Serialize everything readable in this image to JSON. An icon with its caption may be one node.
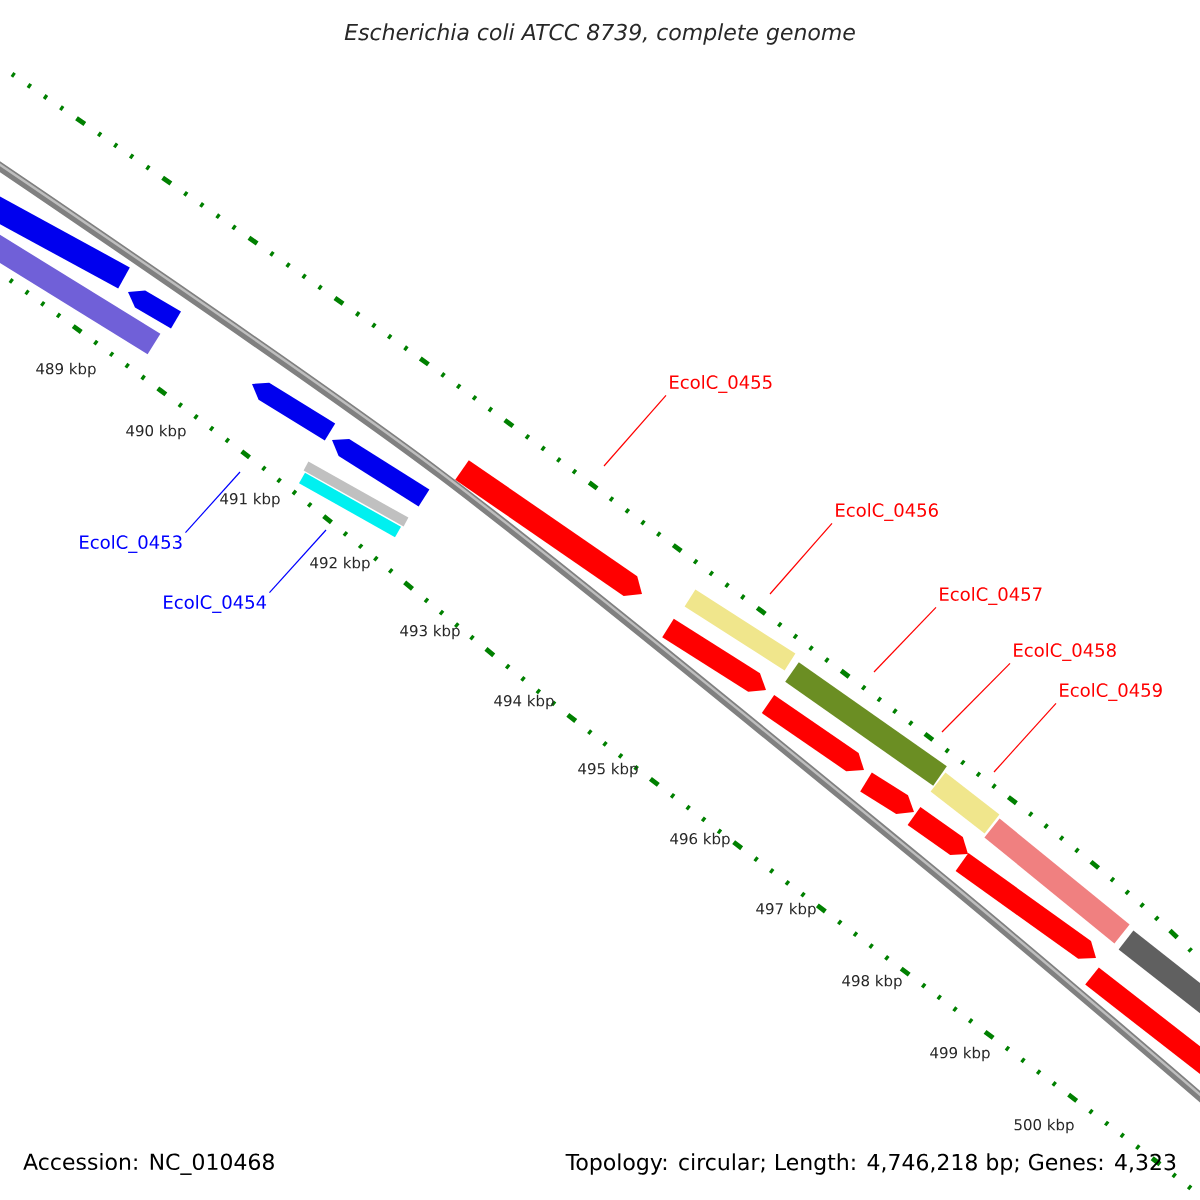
{
  "diagram": {
    "title": "Escherichia coli ATCC 8739, complete genome",
    "nodes": [
      {
        "text": [
          "EcolC_0453"
        ]
      },
      {
        "text": [
          "EcolC_0454"
        ]
      },
      {
        "text": [
          "EcolC_0455"
        ]
      },
      {
        "text": [
          "EcolC_0456"
        ]
      },
      {
        "text": [
          "EcolC_0457"
        ]
      },
      {
        "text": [
          "EcolC_0458"
        ]
      },
      {
        "text": [
          "EcolC_0459"
        ]
      }
    ],
    "edges": [
      {
        "from": 0,
        "to": null,
        "arrow": "none",
        "color": "#0000ff"
      },
      {
        "from": 1,
        "to": null,
        "arrow": "none",
        "color": "#0000ff"
      },
      {
        "from": 2,
        "to": null,
        "arrow": "none"
      },
      {
        "from": 3,
        "to": null,
        "arrow": "none"
      },
      {
        "from": 4,
        "to": null,
        "arrow": "none"
      },
      {
        "from": 5,
        "to": null,
        "arrow": "none"
      },
      {
        "from": 6,
        "to": null,
        "arrow": "none"
      }
    ],
    "labels": [
      "489 kbp",
      "490 kbp",
      "491 kbp",
      "492 kbp",
      "493 kbp",
      "494 kbp",
      "495 kbp",
      "496 kbp",
      "497 kbp",
      "498 kbp",
      "499 kbp",
      "500 kbp",
      "Accession: NC_010468",
      "Topology: circular; Length: 4,746,218 bp; Genes: 4,323"
    ]
  }
}
